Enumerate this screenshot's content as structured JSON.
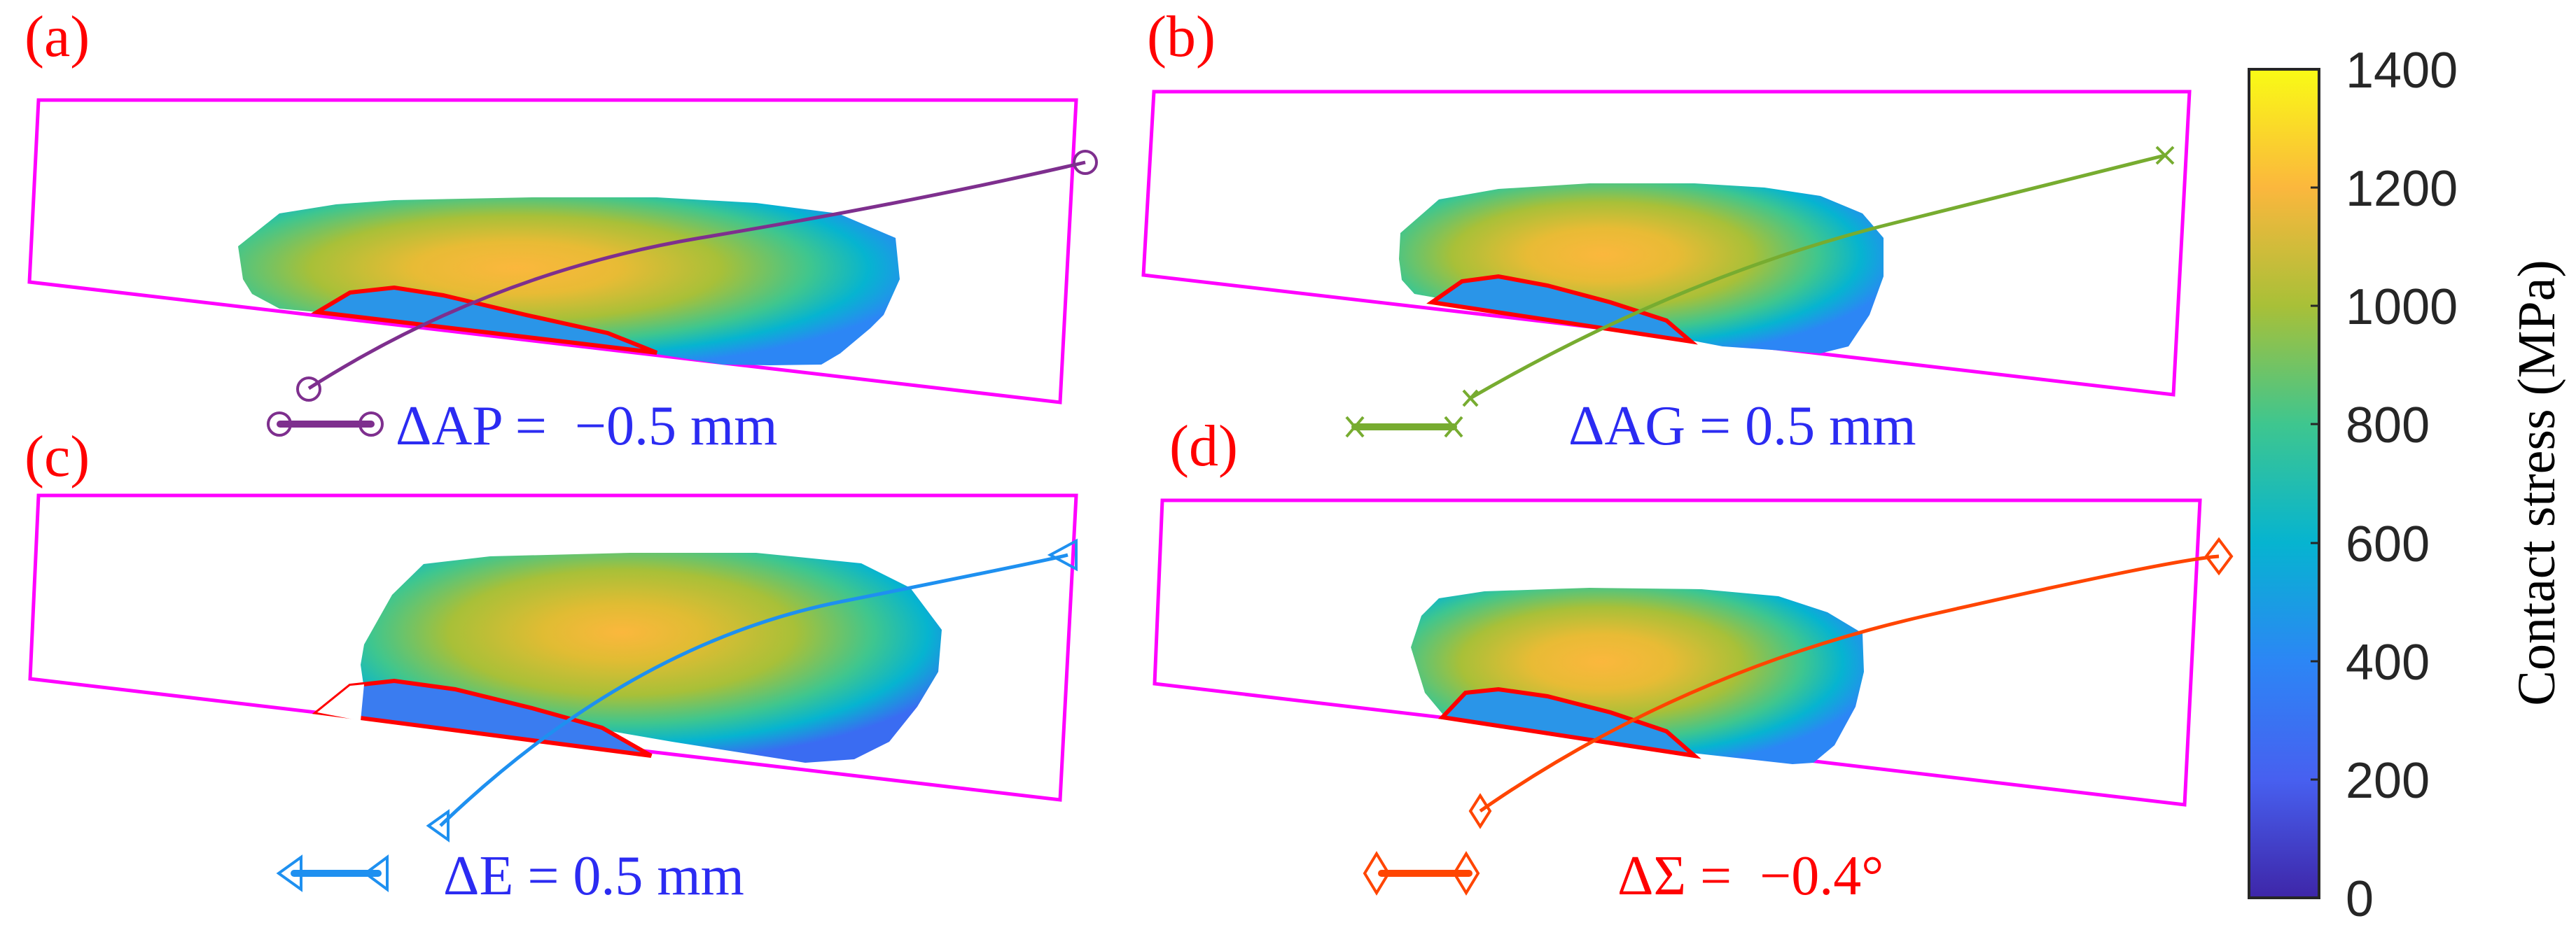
{
  "chart_data": {
    "type": "heatmap",
    "title": "",
    "description": "Four 3D tooth contact stress maps (a)-(d) under misalignment variations, with shared colorbar",
    "colorbar": {
      "label": "Contact stress (MPa)",
      "ticks": [
        0,
        200,
        400,
        600,
        800,
        1000,
        1200,
        1400
      ],
      "tick_labels": [
        "0",
        "200",
        "400",
        "600",
        "800",
        "1000",
        "1200",
        "1400"
      ],
      "range": [
        0,
        1400
      ],
      "colormap": "parula",
      "colormap_stops": [
        {
          "value": 0,
          "color": "#3e26a8"
        },
        {
          "value": 200,
          "color": "#4760f0"
        },
        {
          "value": 400,
          "color": "#2c86f5"
        },
        {
          "value": 600,
          "color": "#06b4d0"
        },
        {
          "value": 800,
          "color": "#3ec68f"
        },
        {
          "value": 1000,
          "color": "#a8c038"
        },
        {
          "value": 1200,
          "color": "#fbb73d"
        },
        {
          "value": 1400,
          "color": "#f9fb15"
        }
      ]
    },
    "panels": [
      {
        "id": "a",
        "letter": "(a)",
        "label_parts": [
          "ΔAP = ",
          " −0.5 mm"
        ],
        "label": "ΔAP =  −0.5 mm",
        "parameter": "ΔAP",
        "value": -0.5,
        "unit": "mm",
        "label_color": "#2b2bf2",
        "path_color": "#7e2f8e",
        "marker": "circle",
        "peak_stress_approx_MPa": 1200
      },
      {
        "id": "b",
        "letter": "(b)",
        "label": "ΔAG = 0.5 mm",
        "parameter": "ΔAG",
        "value": 0.5,
        "unit": "mm",
        "label_color": "#2b2bf2",
        "path_color": "#77ac30",
        "marker": "x",
        "peak_stress_approx_MPa": 1200
      },
      {
        "id": "c",
        "letter": "(c)",
        "label": "ΔE = 0.5 mm",
        "parameter": "ΔE",
        "value": 0.5,
        "unit": "mm",
        "label_color": "#2b2bf2",
        "path_color": "#1e90f0",
        "marker": "triangle-left",
        "peak_stress_approx_MPa": 1200
      },
      {
        "id": "d",
        "letter": "(d)",
        "label": "ΔΣ =  −0.4°",
        "parameter": "ΔΣ",
        "value": -0.4,
        "unit": "°",
        "label_color": "#ff0000",
        "path_color": "#ff4500",
        "marker": "diamond",
        "peak_stress_approx_MPa": 1200
      }
    ]
  },
  "colors": {
    "frame": "#ff00ff",
    "contact_boundary": "#ff0000",
    "letter": "#ff0000"
  },
  "panels": {
    "a": {
      "letter": "(a)",
      "label": "ΔAP =  −0.5 mm"
    },
    "b": {
      "letter": "(b)",
      "label": "ΔAG = 0.5 mm"
    },
    "c": {
      "letter": "(c)",
      "label": "ΔE = 0.5 mm"
    },
    "d": {
      "letter": "(d)",
      "label": "ΔΣ =  −0.4°"
    }
  },
  "colorbar": {
    "label": "Contact stress (MPa)",
    "ticks": {
      "t0": "0",
      "t200": "200",
      "t400": "400",
      "t600": "600",
      "t800": "800",
      "t1000": "1000",
      "t1200": "1200",
      "t1400": "1400"
    }
  }
}
